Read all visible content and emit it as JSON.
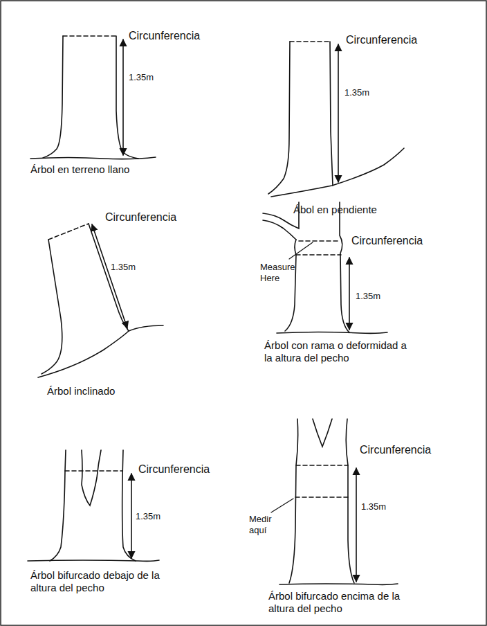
{
  "diagram": {
    "labels": [
      "Circunferencia",
      "1.35m",
      "Árbol en terreno llano",
      "Circunferencia",
      "1.35m",
      "Ábol en pendiente",
      "Circunferencia",
      "1.35m",
      "Árbol inclinado",
      "Circunferencia",
      "Measure Here",
      "1.35m",
      "Árbol con rama o deformidad a la altura del pecho",
      "Circunferencia",
      "1.35m",
      "Árbol bifurcado debajo de la altura del pecho",
      "Circunferencia",
      "Medir aquí",
      "1.35m",
      "Árbol bifurcado encima de la altura del pecho"
    ]
  }
}
